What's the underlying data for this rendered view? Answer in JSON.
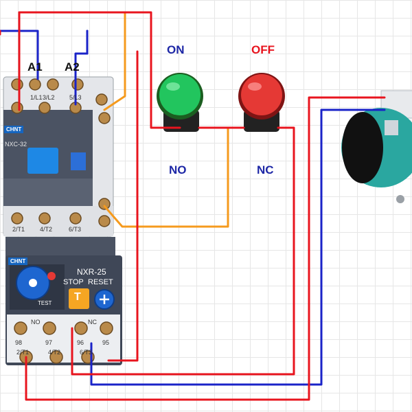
{
  "labels": {
    "on": "ON",
    "off": "OFF",
    "no": "NO",
    "nc": "NC",
    "a1": "A1",
    "a2": "A2"
  },
  "contactor": {
    "brand": "CHNT",
    "model": "NXC-32",
    "top_terminals": [
      "1/L1",
      "3/L2",
      "5/L3"
    ],
    "bottom_terminals": [
      "2/T1",
      "4/T2",
      "6/T3"
    ]
  },
  "overload_relay": {
    "brand": "CHNT",
    "model": "NXR-25",
    "stop_label": "STOP",
    "reset_label": "RESET",
    "test_label": "TEST",
    "no_label": "NO",
    "nc_label": "NC",
    "terminals": [
      "98",
      "97",
      "96",
      "95"
    ],
    "bottom_terminals": [
      "2/T1",
      "4/T2",
      "6/T3"
    ]
  },
  "colors": {
    "red_wire": "#e8141e",
    "blue_wire": "#1a23c8",
    "orange_wire": "#f59a1d",
    "label_blue": "#1d27a6",
    "label_red": "#e8141e",
    "on_button": "#22c55e",
    "off_button": "#e53935",
    "motor_body": "#2aa7a0"
  }
}
